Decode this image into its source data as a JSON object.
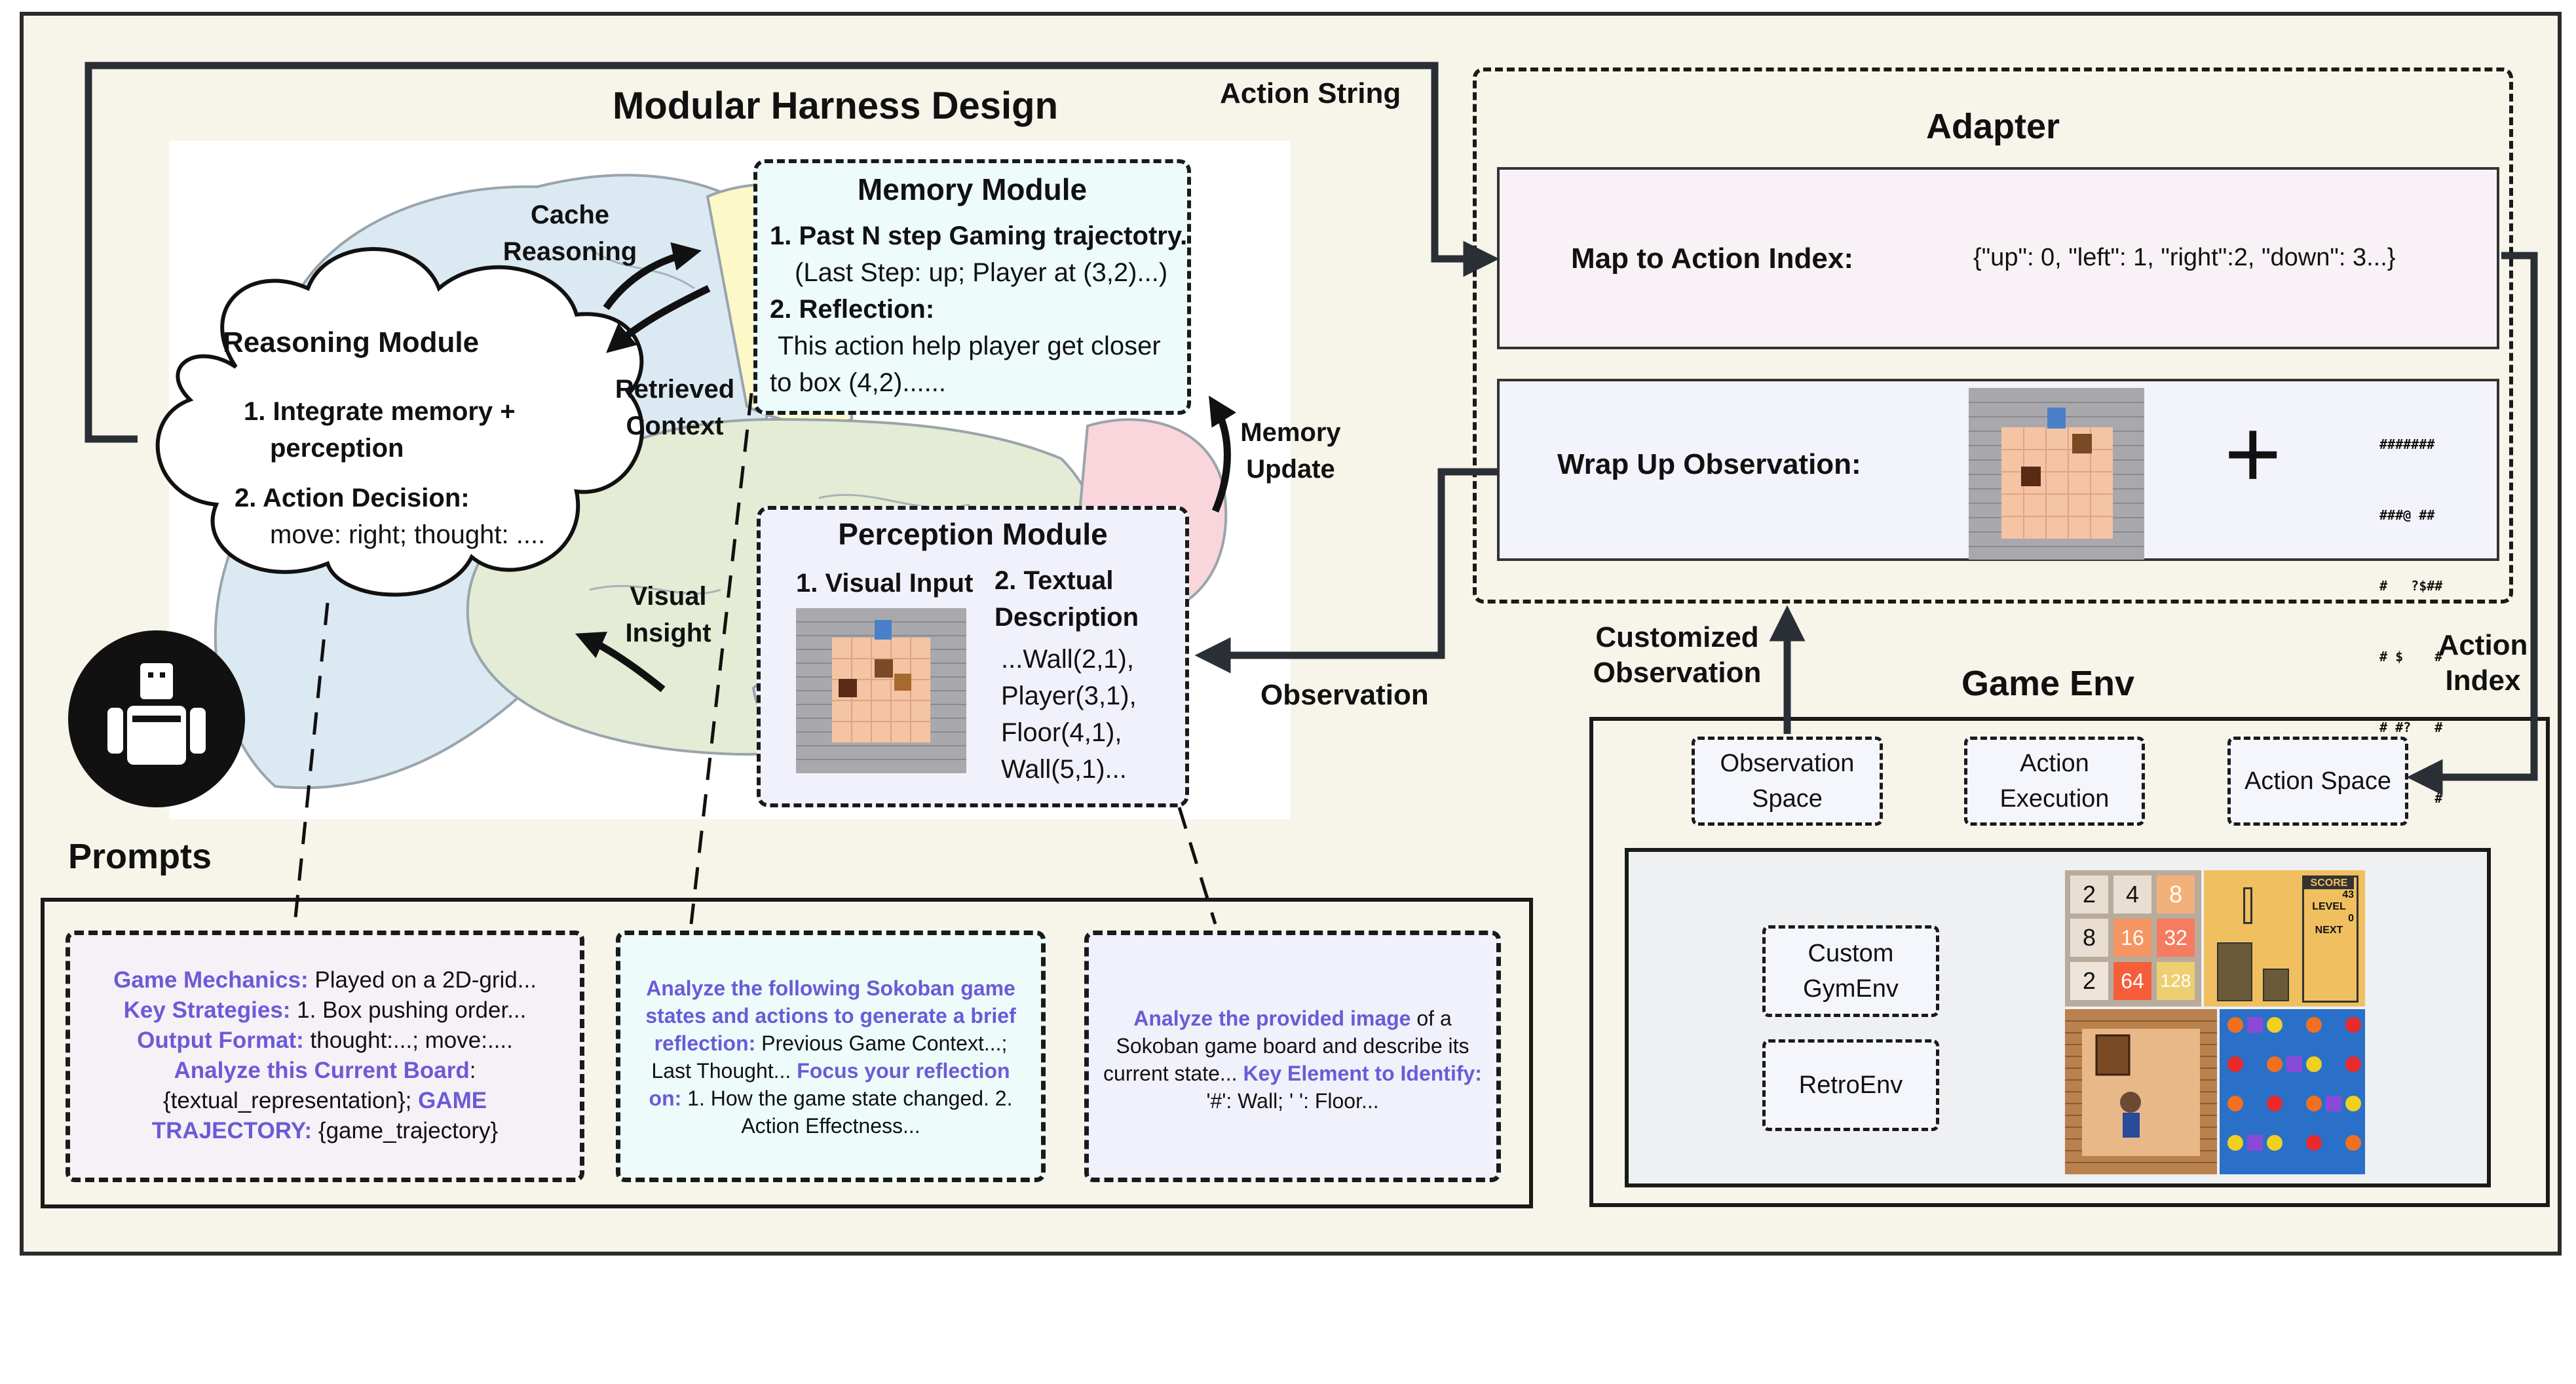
{
  "main_title": "Modular Harness Design",
  "prompts_title": "Prompts",
  "action_string_label": "Action String",
  "observation_label": "Observation",
  "customized_observation_label": [
    "Customized",
    "Observation"
  ],
  "action_index_label": [
    "Action",
    "Index"
  ],
  "cache_reasoning_label": [
    "Cache",
    "Reasoning"
  ],
  "retrieved_context_label": [
    "Retrieved",
    "Context"
  ],
  "memory_update_label": [
    "Memory",
    "Update"
  ],
  "visual_insight_label": [
    "Visual",
    "Insight"
  ],
  "reasoning_module": {
    "title": "Reasoning Module",
    "item1": "1. Integrate memory +",
    "item1b": "perception",
    "item2": "2. Action Decision:",
    "item2b": "move: right; thought: ...."
  },
  "memory_module": {
    "title": "Memory Module",
    "line1": "1. Past N step Gaming trajectotry.",
    "line2": "(Last Step: up; Player at (3,2)...)",
    "line3": "2. Reflection:",
    "line4": "This action help player get closer",
    "line5": "to box (4,2)......"
  },
  "perception_module": {
    "title": "Perception Module",
    "visual_input": "1. Visual Input",
    "textual_1": "2. Textual",
    "textual_2": "Description",
    "desc": [
      "...Wall(2,1),",
      "Player(3,1),",
      "Floor(4,1),",
      "Wall(5,1)..."
    ]
  },
  "adapter": {
    "title": "Adapter",
    "map_label": "Map  to Action Index:",
    "map_value": "{\"up\": 0, \"left\": 1, \"right\":2, \"down\": 3...}",
    "wrap_label": "Wrap Up Observation:",
    "plus": "+",
    "ascii": [
      "#######",
      "###@ ##",
      "#   ?$##",
      "# $    #",
      "# #?   #",
      "#      #",
      "#######"
    ]
  },
  "game_env": {
    "title": "Game Env",
    "observation_space": [
      "Observation",
      "Space"
    ],
    "action_execution": [
      "Action",
      "Execution"
    ],
    "action_space": "Action Space",
    "custom_gymenv": [
      "Custom",
      "GymEnv"
    ],
    "retroenv": "RetroEnv",
    "game_2048": [
      "2",
      "4",
      "8",
      "8",
      "16",
      "32",
      "2",
      "64",
      "128"
    ],
    "tetris_score_label": "SCORE",
    "tetris_score": "43",
    "tetris_level_label": "LEVEL",
    "tetris_level": "0",
    "tetris_next_label": "NEXT"
  },
  "prompt_1": {
    "a_key": "Game Mechanics:",
    "a_val": " Played on a 2D-grid...",
    "b_key": "Key Strategies:",
    "b_val": " 1. Box pushing order...",
    "c_key": "Output Format:",
    "c_val": " thought:...; move:....",
    "d_key": "Analyze this Current Board",
    "d_colon": ":",
    "e_val": "{textual_representation};",
    "e_key": " GAME",
    "f_key": "TRAJECTORY:",
    "f_val": " {game_trajectory}"
  },
  "prompt_2": {
    "a_key": "Analyze the following Sokoban game states and actions to generate a brief reflection:",
    "a_val": " Previous Game Context...; Last Thought...",
    "b_key": " Focus your reflection on:",
    "b_val": " 1. How the game state changed. 2. Action Effectness..."
  },
  "prompt_3": {
    "a_key": "Analyze the provided image",
    "a_val": " of a Sokoban game board and describe its current state...",
    "b_key": " Key Element to Identify:",
    "b_val": " '#': Wall; ' ': Floor..."
  },
  "colors": {
    "accent_purple": "#6b5bd6",
    "frame_bg": "#f7f5ea",
    "memory_bg": "#eefbfb",
    "perception_bg": "#f1f1fc"
  }
}
